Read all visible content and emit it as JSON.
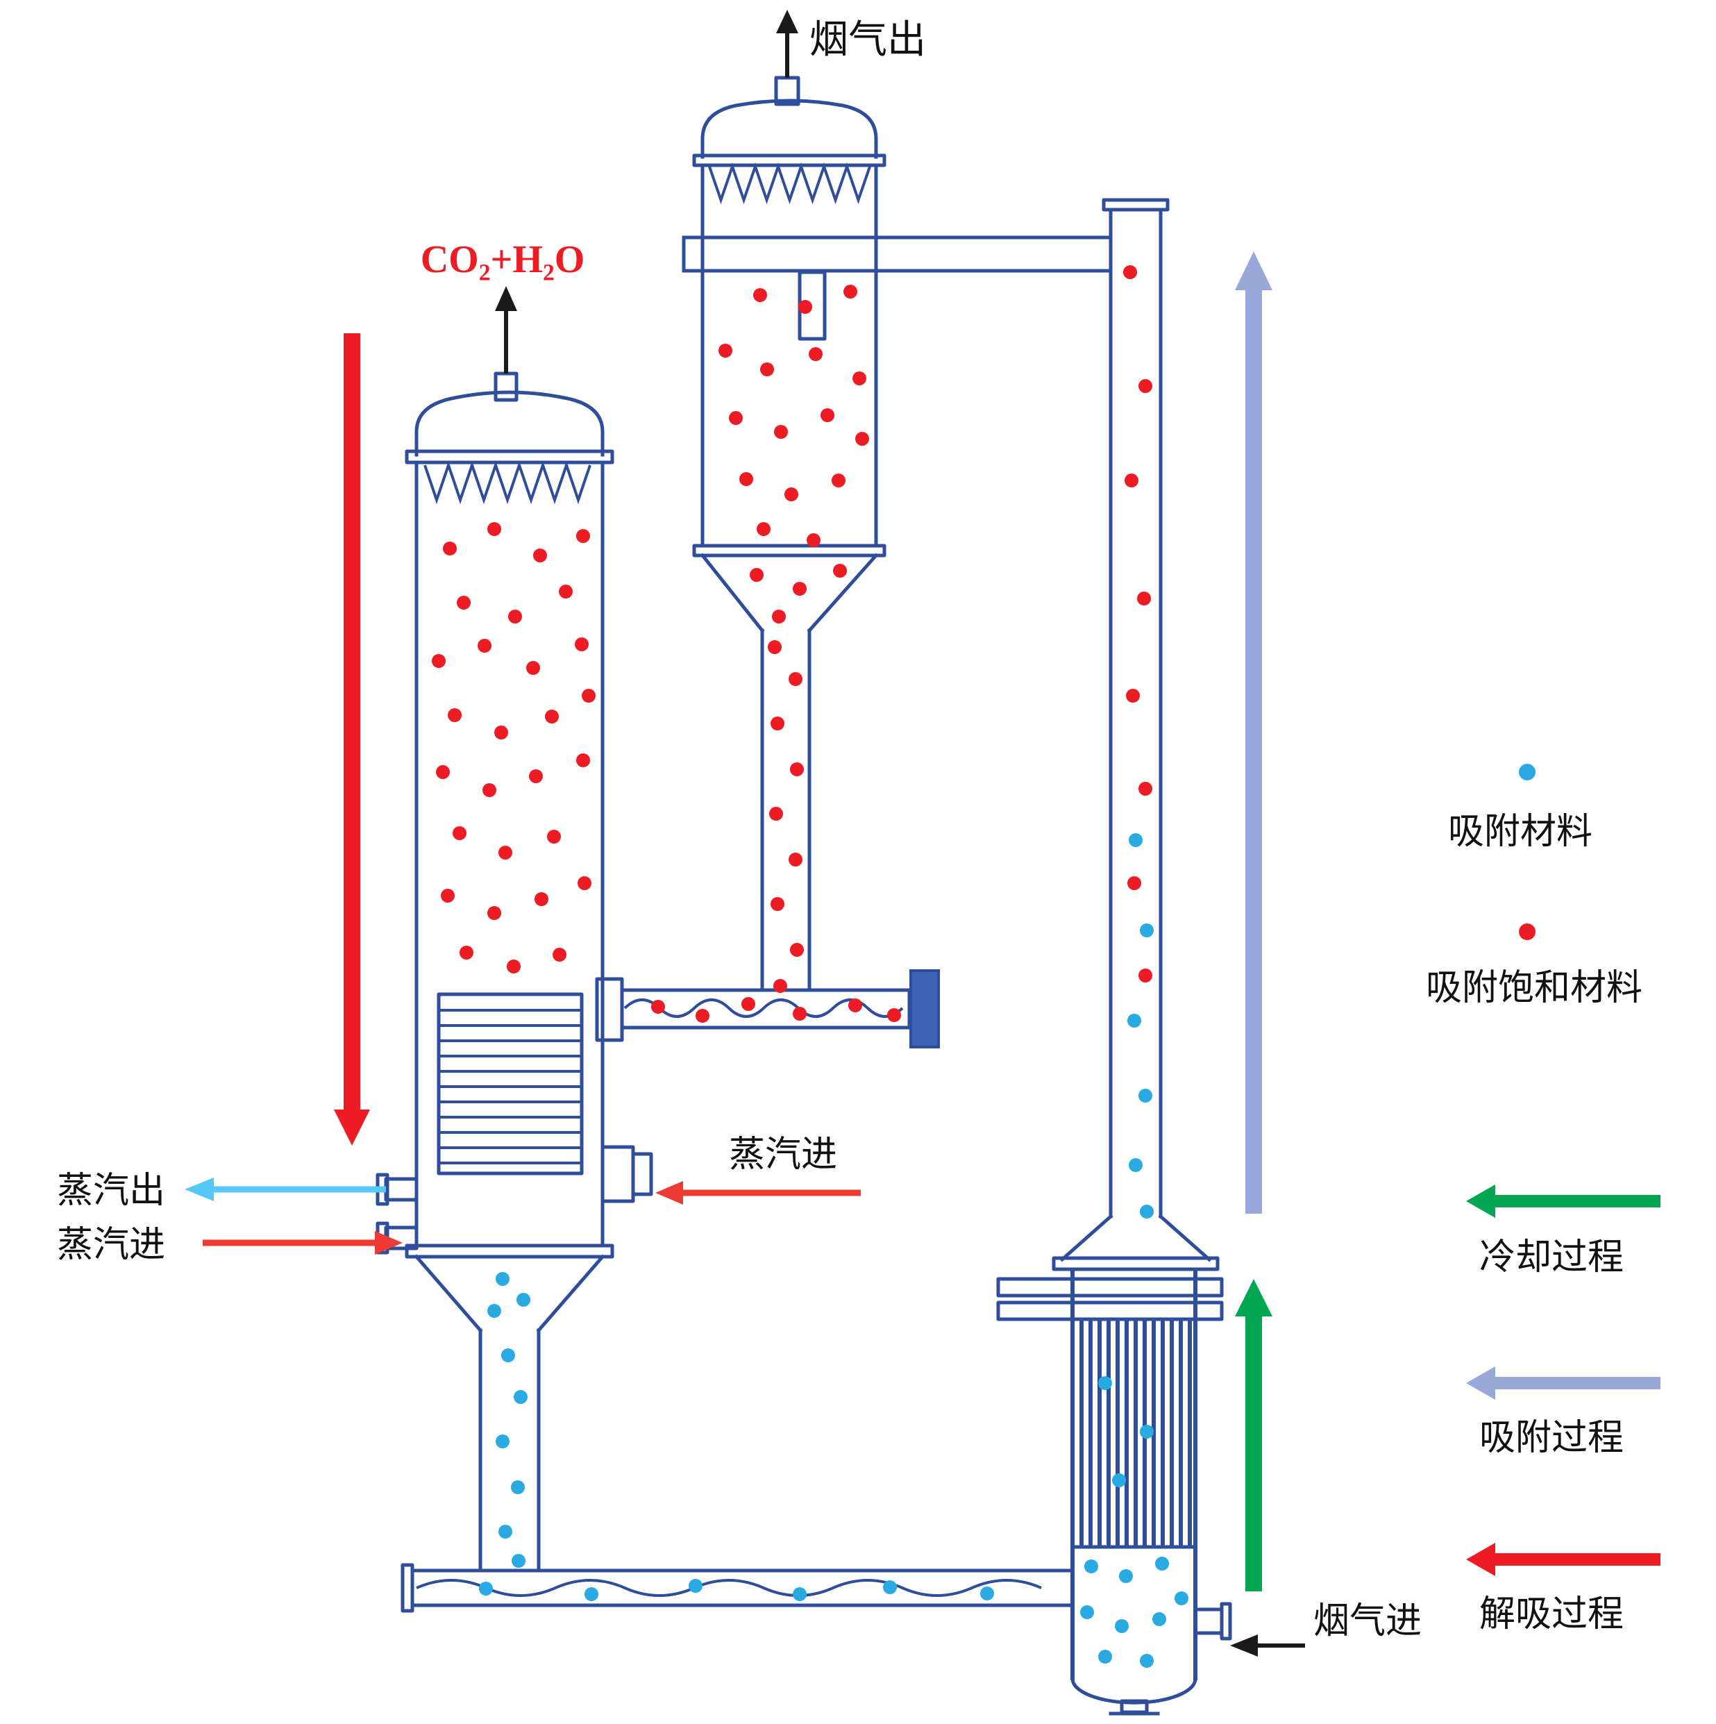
{
  "diagram": {
    "labels": {
      "flue_gas_out": "烟气出",
      "co2_h2o_out": "CO₂+H₂O",
      "steam_out": "蒸汽出",
      "steam_in_left": "蒸汽进",
      "steam_in_mid": "蒸汽进",
      "flue_gas_in": "烟气进"
    },
    "legend": {
      "items": [
        {
          "type": "dot",
          "label": "吸附材料",
          "color": "#29abe2"
        },
        {
          "type": "dot",
          "label": "吸附饱和材料",
          "color": "#ed1c24"
        },
        {
          "type": "arrow",
          "label": "冷却过程",
          "color": "#00a651"
        },
        {
          "type": "arrow",
          "label": "吸附过程",
          "color": "#98a8d8"
        },
        {
          "type": "arrow",
          "label": "解吸过程",
          "color": "#ed1c24"
        }
      ]
    },
    "colors": {
      "vessel_outline": "#2e4d9b",
      "saturated_dot": "#ed1c24",
      "adsorbent_dot": "#29abe2",
      "steam_out_arrow": "#56c8f5",
      "steam_in_arrow": "#ed3b33",
      "black": "#1a1a1a"
    }
  }
}
